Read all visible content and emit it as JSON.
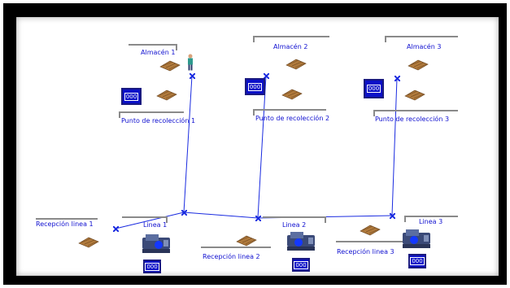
{
  "colors": {
    "label": "#1010d0",
    "counter_bg": "#0b10c8",
    "link": "#1a2be0",
    "bar": "#8a8a8a",
    "pallet": "#b07a3c"
  },
  "labels": {
    "almacen1": "Almacén 1",
    "almacen2": "Almacén 2",
    "almacen3": "Almacén 3",
    "punto1": "Punto de recolección 1",
    "punto2": "Punto de recolección 2",
    "punto3": "Punto de recolección 3",
    "recepcion1": "Recepción linea 1",
    "recepcion2": "Recepción linea 2",
    "recepcion3": "Recepción linea 3",
    "linea1": "Linea 1",
    "linea2": "Linea 2",
    "linea3": "Linea 3"
  },
  "counters": {
    "punto1": "000",
    "punto2": "000",
    "punto3": "000",
    "linea1": "000",
    "linea2": "000",
    "linea3": "000"
  },
  "icons": {
    "pallet": "pallet-icon",
    "machine": "machine-icon",
    "operator": "operator-icon",
    "node": "network-node-icon"
  }
}
